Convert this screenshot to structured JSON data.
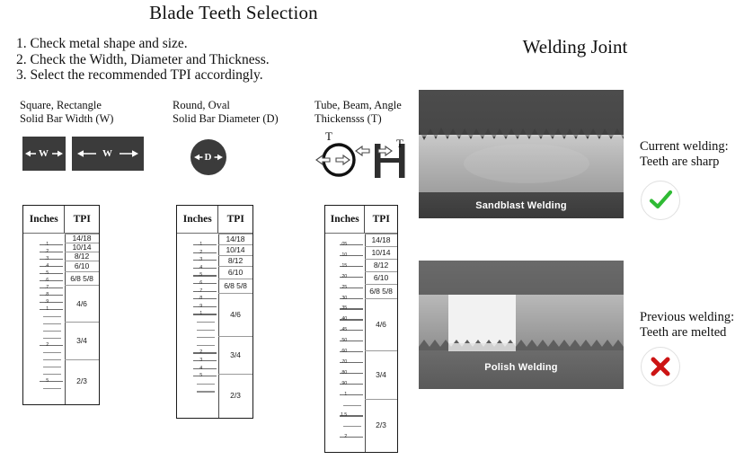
{
  "title": "Blade Teeth Selection",
  "welding_title": "Welding Joint",
  "steps": [
    "1. Check metal shape and size.",
    "2. Check the Width, Diameter and Thickness.",
    "3. Select the recommended TPI accordingly."
  ],
  "columns": [
    {
      "line1": "Square, Rectangle",
      "line2": "Solid Bar Width (W)",
      "shape_label": "W"
    },
    {
      "line1": "Round, Oval",
      "line2": "Solid Bar Diameter (D)",
      "shape_label": "D"
    },
    {
      "line1": "Tube, Beam, Angle",
      "line2": "Thickensss (T)",
      "shape_label": "T"
    }
  ],
  "table_headers": {
    "inches": "Inches",
    "tpi": "TPI"
  },
  "tables": [
    {
      "name": "width-table",
      "tick_labels": [
        ".1",
        ".2",
        ".3",
        ".4",
        ".5",
        ".6",
        ".7",
        ".8",
        ".9",
        "1",
        "",
        "",
        "",
        "",
        "2",
        "",
        "",
        "",
        "",
        "5",
        ""
      ],
      "tpi_values": [
        "14/18",
        "10/14",
        "8/12",
        "6/10",
        "6/8  5/8",
        "4/6",
        "3/4",
        "2/3"
      ]
    },
    {
      "name": "diameter-table",
      "tick_labels": [
        ".1",
        ".2",
        ".3",
        ".4",
        ".5",
        ".6",
        ".7",
        ".8",
        ".9",
        "1",
        "",
        "",
        "",
        "",
        "2",
        "3",
        "4",
        "5",
        "",
        ""
      ],
      "tpi_values": [
        "14/18",
        "10/14",
        "8/12",
        "6/10",
        "6/8  5/8",
        "4/6",
        "3/4",
        "2/3"
      ]
    },
    {
      "name": "thickness-table",
      "tick_labels": [
        ".05",
        ".10",
        ".15",
        ".20",
        ".25",
        ".30",
        ".35",
        ".40",
        ".45",
        ".50",
        ".60",
        ".70",
        ".80",
        ".90",
        "1",
        "",
        "1.5",
        "",
        "2"
      ],
      "tpi_values": [
        "14/18",
        "10/14",
        "8/12",
        "6/10",
        "6/8  5/8",
        "4/6",
        "3/4",
        "2/3"
      ]
    }
  ],
  "welding": {
    "good": {
      "caption": "Sandblast Welding",
      "note_line1": "Current welding:",
      "note_line2": "Teeth are sharp",
      "badge": "check-icon",
      "badge_color": "#2fbb34"
    },
    "bad": {
      "caption": "Polish Welding",
      "note_line1": "Previous welding:",
      "note_line2": "Teeth are melted",
      "badge": "cross-icon",
      "badge_color": "#cc1414"
    }
  },
  "colors": {
    "shape_fill": "#3b3b3b",
    "table_border": "#1b1b1b",
    "text": "#111111"
  }
}
